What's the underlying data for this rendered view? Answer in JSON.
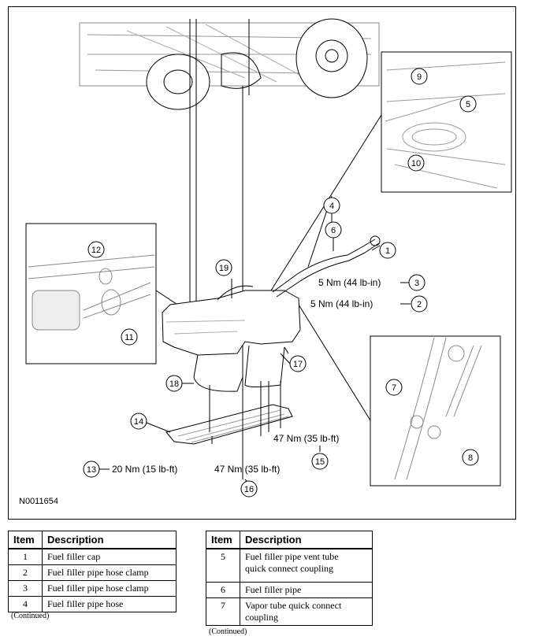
{
  "figure": {
    "id_label": "N0011654",
    "callouts": [
      "1",
      "2",
      "3",
      "4",
      "5",
      "6",
      "7",
      "8",
      "9",
      "10",
      "11",
      "12",
      "13",
      "14",
      "15",
      "16",
      "17",
      "18",
      "19"
    ],
    "torque_specs": {
      "spec_3": "5 Nm (44 lb-in)",
      "spec_2": "5 Nm (44 lb-in)",
      "spec_15": "47 Nm (35 lb-ft)",
      "spec_16": "47 Nm (35 lb-ft)",
      "spec_13": "20 Nm (15 lb-ft)"
    }
  },
  "table_left": {
    "header": {
      "item": "Item",
      "description": "Description"
    },
    "rows": [
      {
        "item": "1",
        "description": "Fuel filler cap"
      },
      {
        "item": "2",
        "description": "Fuel filler pipe hose clamp"
      },
      {
        "item": "3",
        "description": "Fuel filler pipe hose clamp"
      },
      {
        "item": "4",
        "description": "Fuel filler pipe hose"
      }
    ],
    "continued": "(Continued)"
  },
  "table_right": {
    "header": {
      "item": "Item",
      "description": "Description"
    },
    "rows": [
      {
        "item": "5",
        "description_line1": "Fuel filler pipe vent tube",
        "description_line2": "quick connect coupling"
      },
      {
        "item": "6",
        "description_line1": "Fuel filler pipe",
        "description_line2": ""
      },
      {
        "item": "7",
        "description_line1": "Vapor tube quick connect",
        "description_line2": "coupling"
      }
    ],
    "continued": "(Continued)"
  }
}
